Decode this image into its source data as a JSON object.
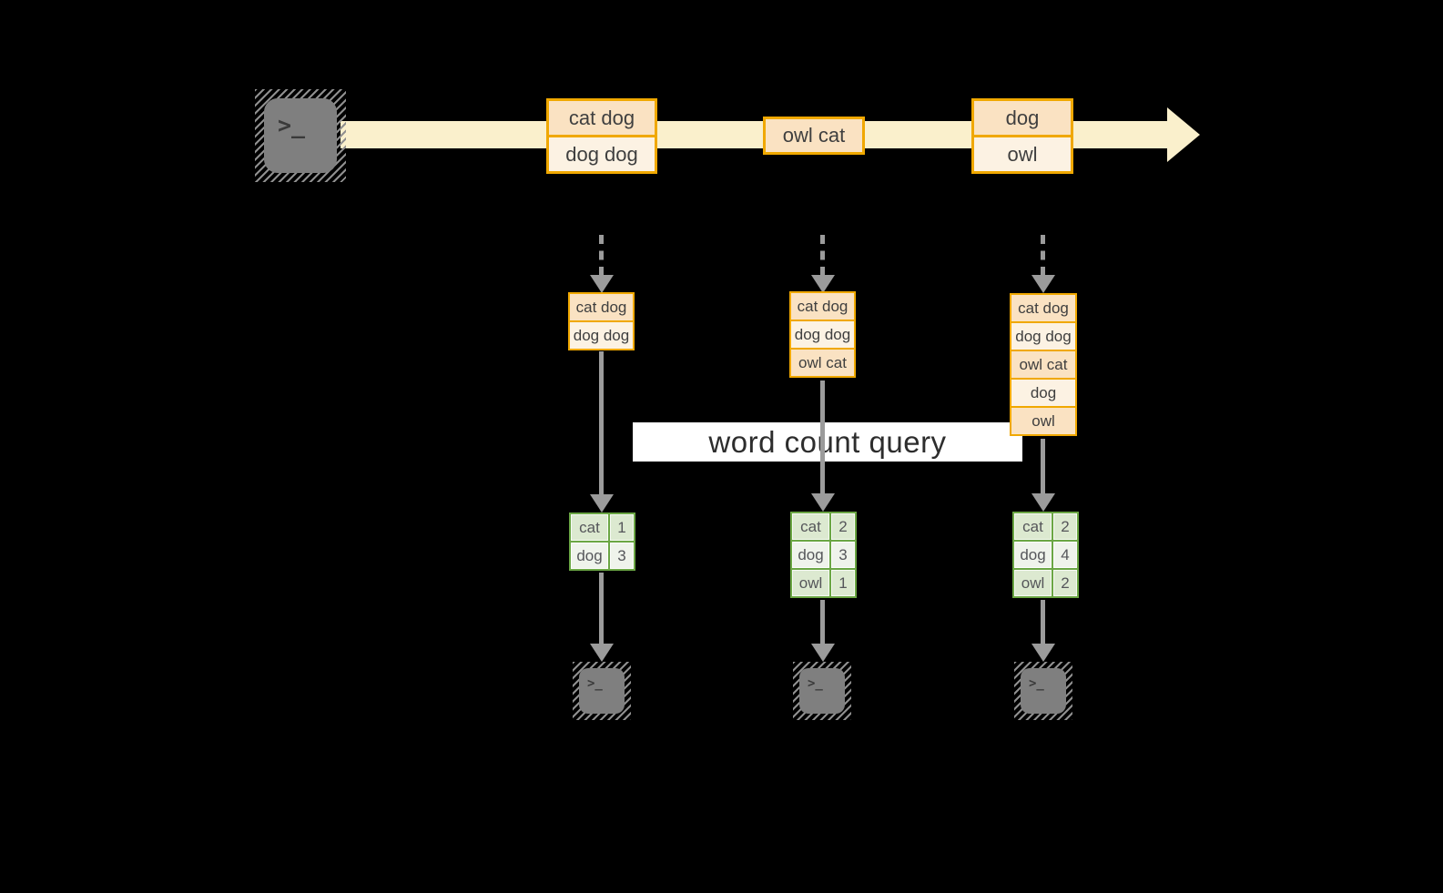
{
  "palette": {
    "background": "#000000",
    "stream_fill": "#FAF0CC",
    "box_border": "#F0A800",
    "box_fill_peach": "#FAE2C2",
    "box_fill_cream": "#FCF2E3",
    "table_border": "#6BA644",
    "table_fill_dark": "#DCE9D0",
    "table_fill_light": "#EFF3EB",
    "arrow_gray": "#9B9B9B",
    "icon_gray": "#7F7F7F",
    "label_bg": "#FFFFFF",
    "text_dark": "#3F3F3F"
  },
  "icons": {
    "terminal_glyph": ">_"
  },
  "query_label": "word count query",
  "timeline": {
    "batches": [
      {
        "rows": [
          "cat dog",
          "dog dog"
        ]
      },
      {
        "rows": [
          "owl cat"
        ]
      },
      {
        "rows": [
          "dog",
          "owl"
        ]
      }
    ]
  },
  "columns": [
    {
      "stack": [
        "cat dog",
        "dog dog"
      ],
      "counts": [
        {
          "word": "cat",
          "value": "1"
        },
        {
          "word": "dog",
          "value": "3"
        }
      ]
    },
    {
      "stack": [
        "cat dog",
        "dog dog",
        "owl cat"
      ],
      "counts": [
        {
          "word": "cat",
          "value": "2"
        },
        {
          "word": "dog",
          "value": "3"
        },
        {
          "word": "owl",
          "value": "1"
        }
      ]
    },
    {
      "stack": [
        "cat dog",
        "dog dog",
        "owl cat",
        "dog",
        "owl"
      ],
      "counts": [
        {
          "word": "cat",
          "value": "2"
        },
        {
          "word": "dog",
          "value": "4"
        },
        {
          "word": "owl",
          "value": "2"
        }
      ]
    }
  ]
}
